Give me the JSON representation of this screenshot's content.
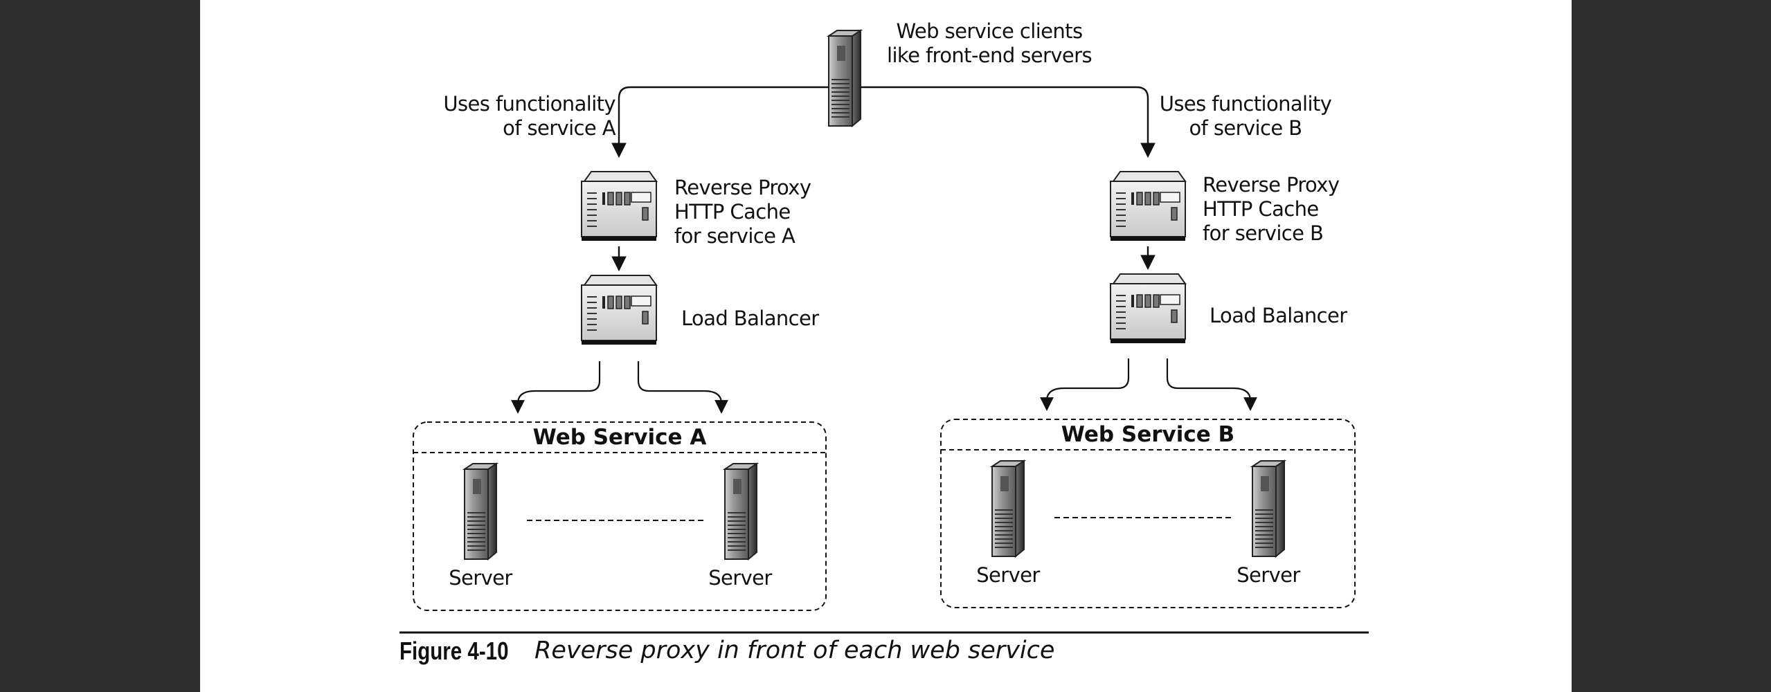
{
  "diagram": {
    "top": {
      "label_line1": "Web service clients",
      "label_line2": "like front-end servers"
    },
    "edges": {
      "left_label_line1": "Uses functionality",
      "left_label_line2": "of service A",
      "right_label_line1": "Uses functionality",
      "right_label_line2": "of service B"
    },
    "left": {
      "proxy_line1": "Reverse Proxy",
      "proxy_line2": "HTTP Cache",
      "proxy_line3": "for service A",
      "balancer": "Load Balancer",
      "group_title": "Web Service A",
      "server1": "Server",
      "server2": "Server"
    },
    "right": {
      "proxy_line1": "Reverse Proxy",
      "proxy_line2": "HTTP Cache",
      "proxy_line3": "for service B",
      "balancer": "Load Balancer",
      "group_title": "Web Service B",
      "server1": "Server",
      "server2": "Server"
    }
  },
  "caption": {
    "number": "Figure 4-10",
    "text": "Reverse proxy in front of each web service"
  }
}
